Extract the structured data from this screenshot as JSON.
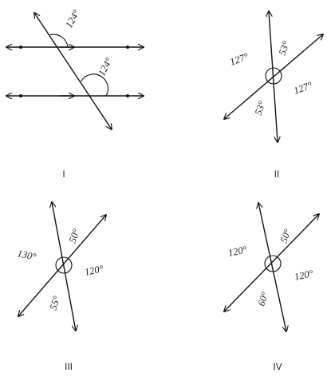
{
  "panels": [
    {
      "caption": "I",
      "angles": [
        "124°",
        "124°"
      ]
    },
    {
      "caption": "II",
      "angles": [
        "127°",
        "53°",
        "127°",
        "53°"
      ]
    },
    {
      "caption": "III",
      "angles": [
        "130°",
        "50°",
        "120°",
        "55°"
      ]
    },
    {
      "caption": "IV",
      "angles": [
        "120°",
        "50°",
        "120°",
        "60°"
      ]
    }
  ]
}
